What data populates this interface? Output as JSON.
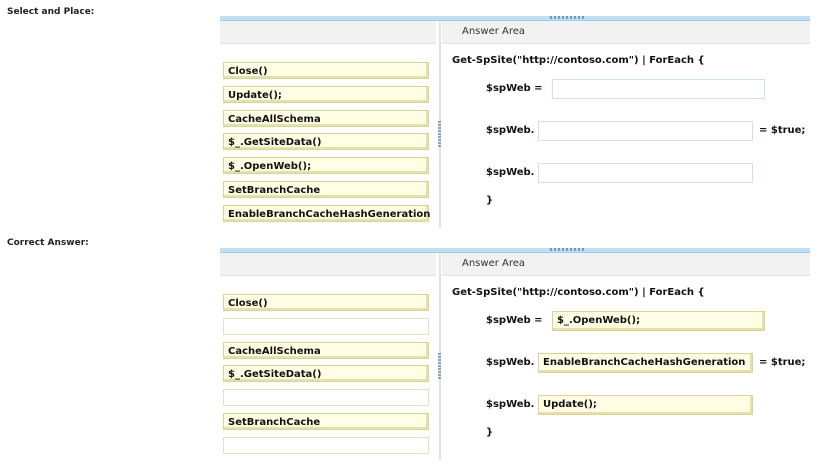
{
  "labels": {
    "select_and_place": "Select and Place:",
    "correct_answer": "Correct Answer:"
  },
  "answer_area_title": "Answer Area",
  "code": {
    "line1": "Get-SpSite(\"http://contoso.com\")  | ForEach {",
    "web_assign": "$spWeb =",
    "web_prop": "$spWeb.",
    "equals_true": "= $true;",
    "web_method": "$spWeb.",
    "close_brace": "}"
  },
  "question": {
    "tiles": [
      "Close()",
      "Update();",
      "CacheAllSchema",
      "$_.GetSiteData()",
      "$_.OpenWeb();",
      "SetBranchCache",
      "EnableBranchCacheHashGeneration"
    ],
    "slots": [
      "",
      "",
      ""
    ]
  },
  "answer": {
    "tiles": [
      "Close()",
      "",
      "CacheAllSchema",
      "$_.GetSiteData()",
      "",
      "SetBranchCache",
      ""
    ],
    "slots": [
      "$_.OpenWeb();",
      "EnableBranchCacheHashGeneration",
      "Update();"
    ]
  }
}
